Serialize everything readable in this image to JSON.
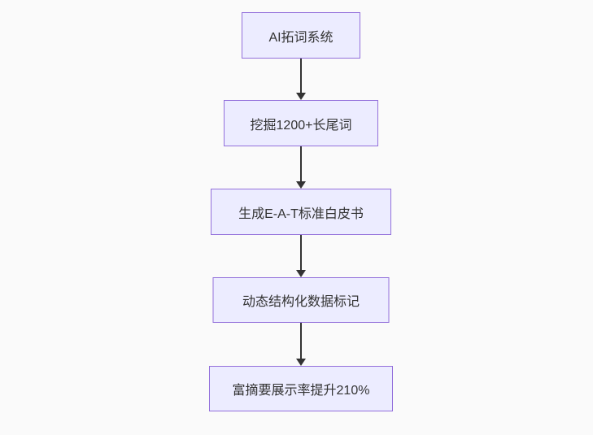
{
  "colors": {
    "bg": "#fafafa",
    "node-fill": "#ececff",
    "node-border": "#9370db",
    "text": "#333333",
    "arrow": "#333333"
  },
  "flowchart": {
    "direction": "top-down",
    "nodes": [
      {
        "label": "AI拓词系统"
      },
      {
        "label": "挖掘1200+长尾词"
      },
      {
        "label": "生成E-A-T标准白皮书"
      },
      {
        "label": "动态结构化数据标记"
      },
      {
        "label": "富摘要展示率提升210%"
      }
    ]
  }
}
